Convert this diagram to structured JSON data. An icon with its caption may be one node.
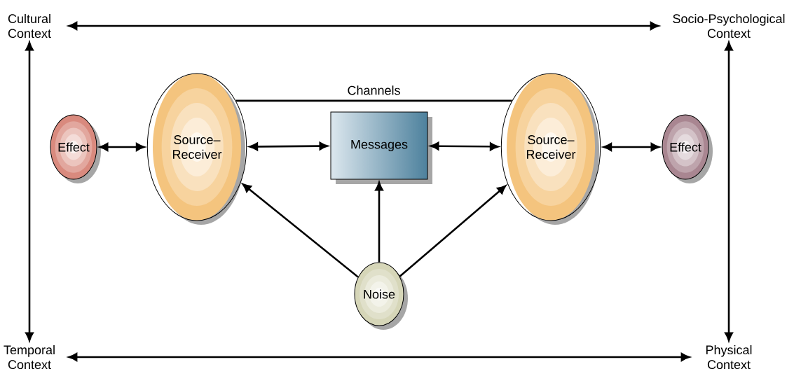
{
  "diagram": {
    "nodes": [
      {
        "text": [
          "Cultural Context"
        ]
      },
      {
        "text": [
          "Socio-Psychological Context"
        ]
      },
      {
        "text": [
          "Effect"
        ]
      },
      {
        "text": [
          "Source– Receiver"
        ]
      },
      {
        "text": [
          "Messages"
        ]
      },
      {
        "text": [
          "Source– Receiver"
        ]
      },
      {
        "text": [
          "Effect"
        ]
      },
      {
        "text": [
          "Noise"
        ]
      },
      {
        "text": [
          "Temporal Context"
        ]
      },
      {
        "text": [
          "Physical Context"
        ]
      }
    ],
    "edges": [
      {
        "from": 0,
        "to": 1,
        "arrow": "both"
      },
      {
        "from": 0,
        "to": 8,
        "arrow": "both"
      },
      {
        "from": 1,
        "to": 9,
        "arrow": "both"
      },
      {
        "from": 8,
        "to": 9,
        "arrow": "both"
      },
      {
        "from": 2,
        "to": 3,
        "arrow": "both"
      },
      {
        "from": 3,
        "to": 4,
        "arrow": "both"
      },
      {
        "from": 4,
        "to": 5,
        "arrow": "both"
      },
      {
        "from": 5,
        "to": 6,
        "arrow": "both"
      },
      {
        "from": 3,
        "to": 5,
        "arrow": "none",
        "label": "Channels"
      },
      {
        "from": 7,
        "to": 3,
        "arrow": "to"
      },
      {
        "from": 7,
        "to": 4,
        "arrow": "to"
      },
      {
        "from": 7,
        "to": 5,
        "arrow": "to"
      }
    ]
  }
}
